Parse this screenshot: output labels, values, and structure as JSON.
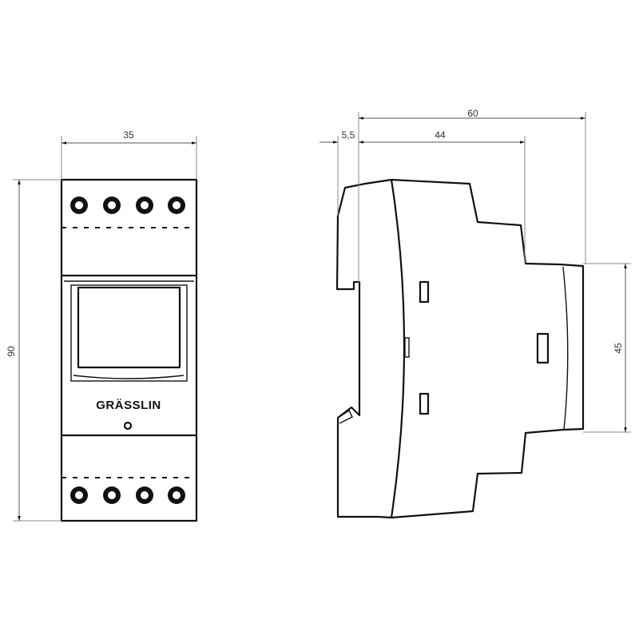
{
  "front_view": {
    "width_label": "35",
    "height_label": "90",
    "brand_logo": "GRÄSSLIN",
    "terminals_top": 4,
    "terminals_bottom": 4
  },
  "side_view": {
    "depth_label": "60",
    "body_label": "44",
    "rail_offset_label": "5,5",
    "front_height_label": "45"
  },
  "colors": {
    "line": "#111111",
    "dimension": "#888888"
  }
}
